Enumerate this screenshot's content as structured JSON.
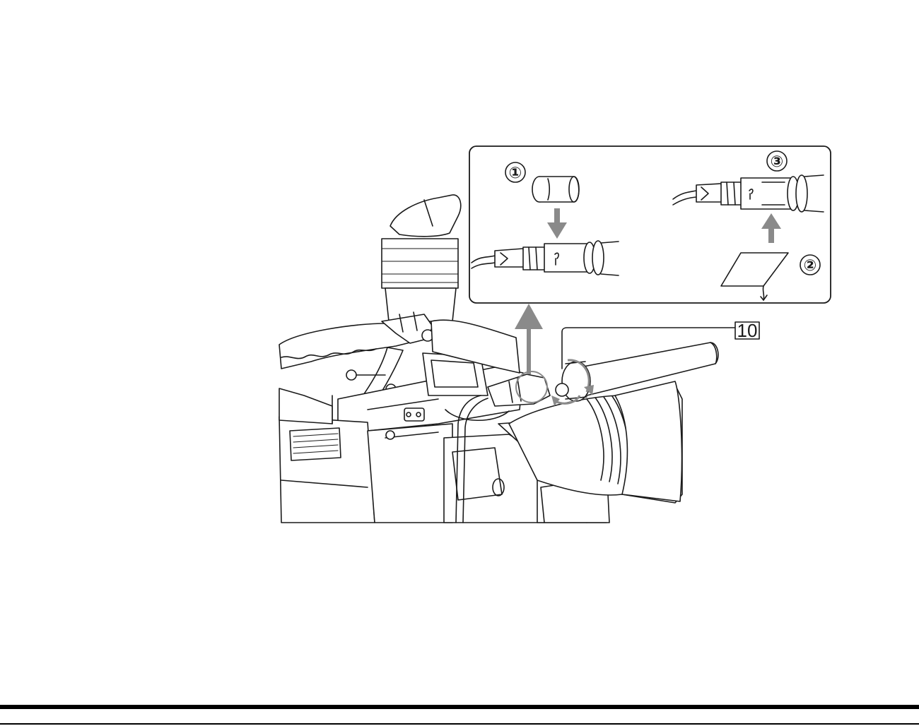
{
  "steps": {
    "step1": "①",
    "step2": "②",
    "step3": "③"
  },
  "callout": {
    "label": "10"
  },
  "colors": {
    "line": "#1a1a1a",
    "arrow": "#8a8a8a",
    "background": "#ffffff"
  }
}
